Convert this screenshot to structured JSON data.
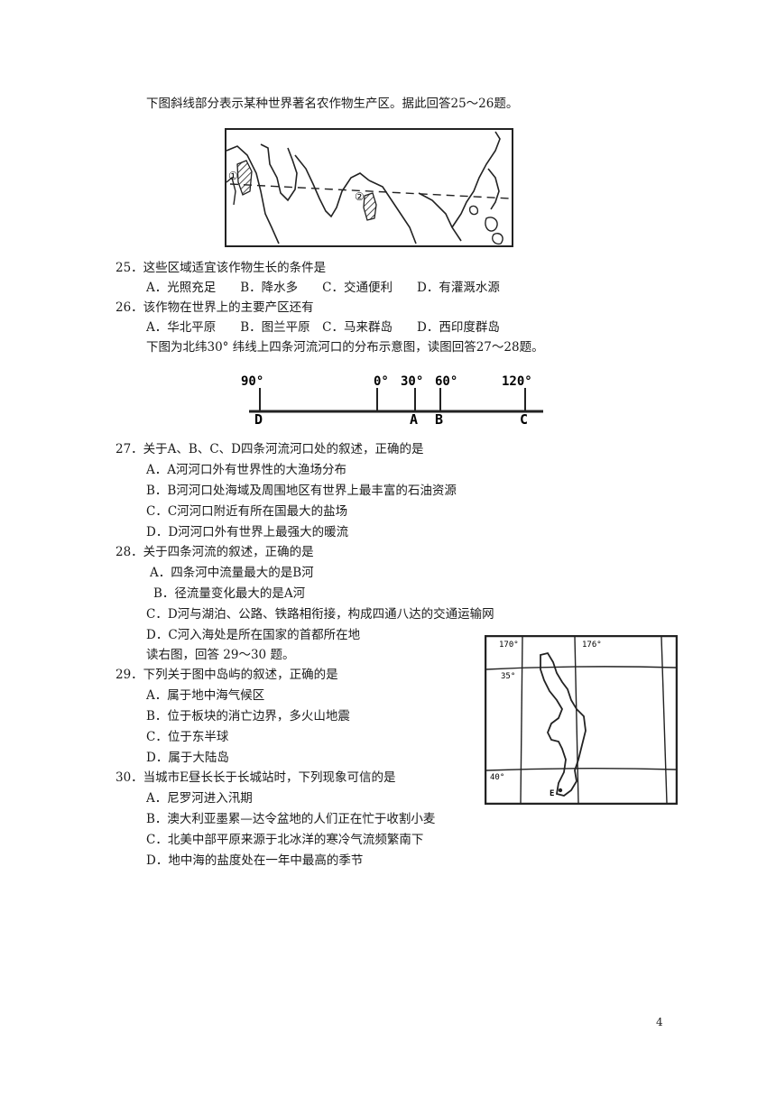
{
  "q25_26": {
    "intro": "下图斜线部分表示某种世界著名农作物生产区。据此回答25～26题。",
    "map_markers": [
      "①",
      "②"
    ],
    "q25": {
      "stem": "25．这些区域适宜该作物生长的条件是",
      "options": "A．光照充足　　B．降水多　　C．交通便利　　D．有灌溉水源"
    },
    "q26": {
      "stem": "26．该作物在世界上的主要产区还有",
      "options": "A．华北平原　　B．图兰平原　C．马来群岛　　D．西印度群岛"
    }
  },
  "q27_28": {
    "intro": "下图为北纬30° 纬线上四条河流河口的分布示意图，读图回答27～28题。",
    "axis": {
      "ticks": [
        "90°",
        "0°",
        "30°",
        "60°",
        "120°"
      ],
      "points": [
        "D",
        "A",
        "B",
        "C"
      ]
    },
    "q27": {
      "stem": "27．关于A、B、C、D四条河流河口处的叙述，正确的是",
      "a": "A．A河河口外有世界性的大渔场分布",
      "b": "B．B河河口处海域及周围地区有世界上最丰富的石油资源",
      "c": "C．C河河口附近有所在国最大的盐场",
      "d": "D．D河河口外有世界上最强大的暖流"
    },
    "q28": {
      "stem": "28．关于四条河流的叙述，正确的是",
      "a": "A．四条河中流量最大的是B河",
      "b": "B．径流量变化最大的是A河",
      "c": "C．D河与湖泊、公路、铁路相衔接，构成四通八达的交通运输网",
      "d": "D．C河入海处是所在国家的首都所在地"
    }
  },
  "q29_30": {
    "intro": "读右图，回答 29～30 题。",
    "map_labels": {
      "lon1": "170°",
      "lon2": "176°",
      "lat1": "35°",
      "lat2": "40°",
      "city": "E"
    },
    "q29": {
      "stem": "29．下列关于图中岛屿的叙述，正确的是",
      "a": "A．属于地中海气候区",
      "b": "B．位于板块的消亡边界，多火山地震",
      "c": "C．位于东半球",
      "d": "D．属于大陆岛"
    },
    "q30": {
      "stem": "30．当城市E昼长长于长城站时，下列现象可信的是",
      "a": "A．尼罗河进入汛期",
      "b": "B．澳大利亚墨累—达令盆地的人们正在忙于收割小麦",
      "c": "C．北美中部平原来源于北冰洋的寒冷气流频繁南下",
      "d": "D．地中海的盐度处在一年中最高的季节"
    }
  },
  "page_number": "4"
}
